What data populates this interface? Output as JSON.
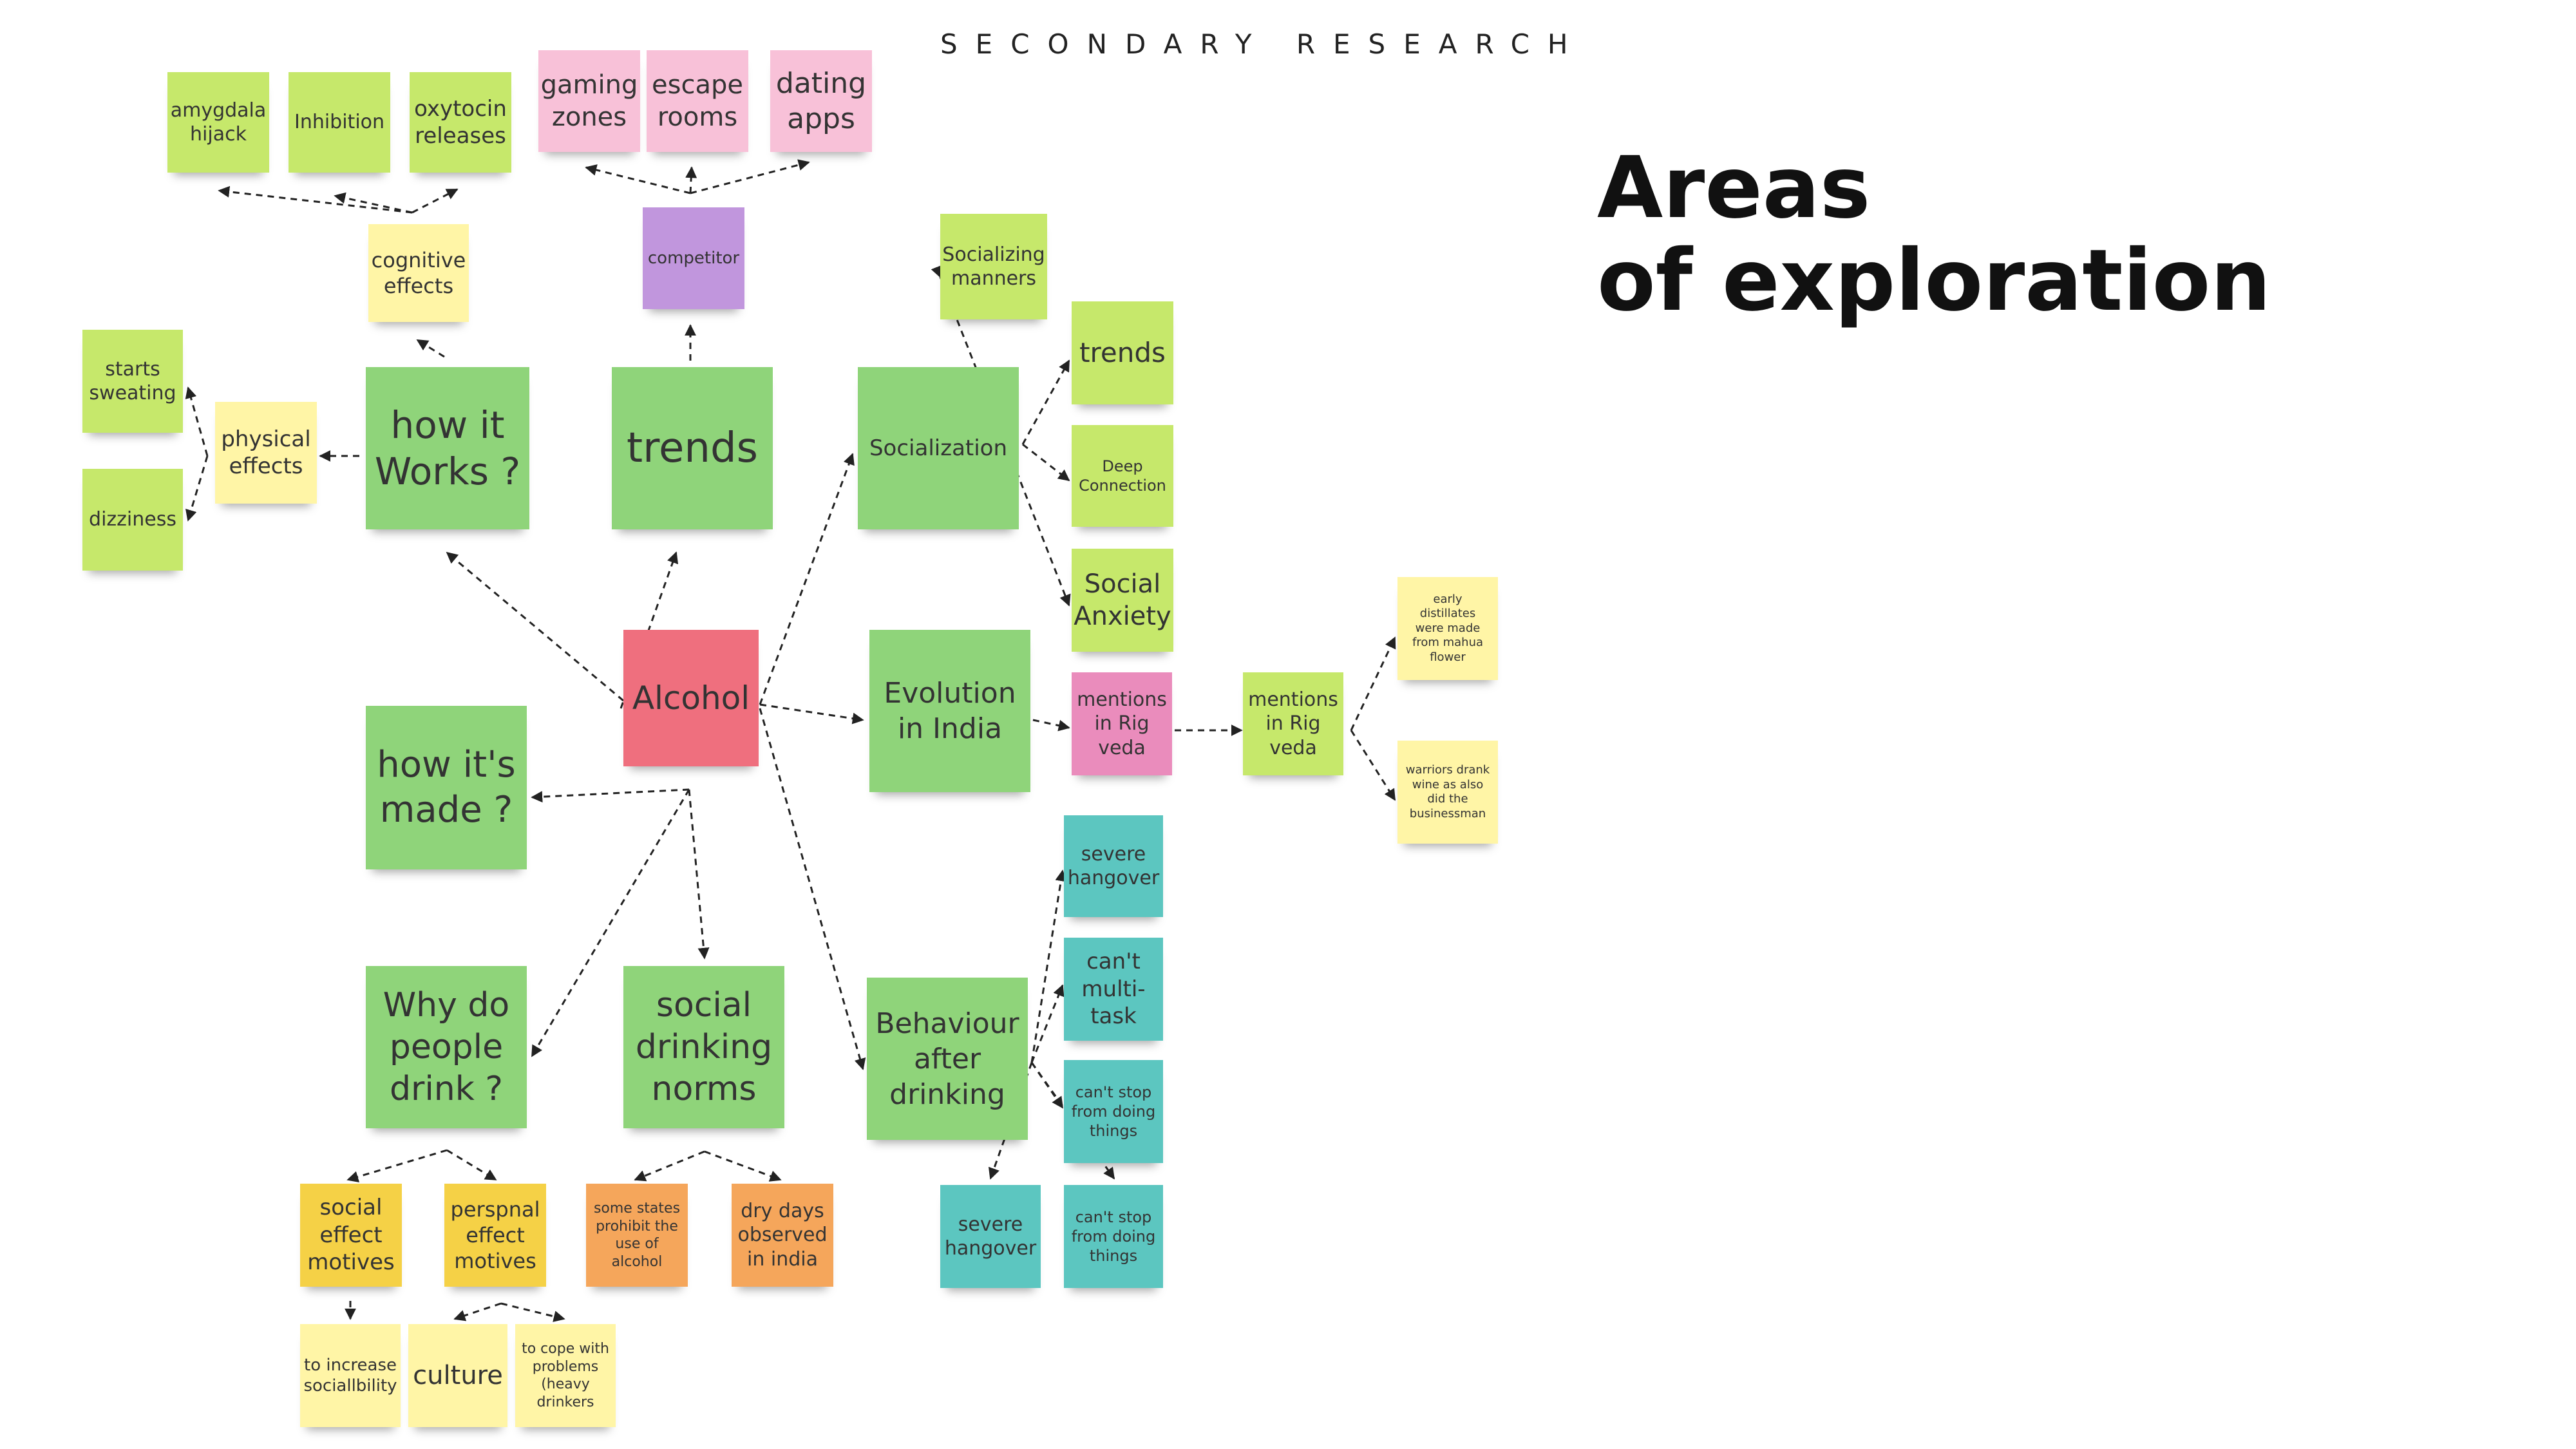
{
  "header": "SECONDARY RESEARCH",
  "title": {
    "line1": "Areas",
    "line2": "of exploration"
  },
  "colors": {
    "green": "#8fd47a",
    "lime": "#c6e86b",
    "light_yellow": "#fff5a6",
    "pink": "#f8c1d8",
    "purple": "#c196dd",
    "red": "#ef6f7e",
    "magenta": "#ea8cbc",
    "teal": "#5cc6c0",
    "yellow": "#f5d146",
    "orange": "#f5a65b",
    "line": "#222222"
  },
  "notes": [
    {
      "id": "amygdala",
      "text": "amygdala\nhijack",
      "color": "lime"
    },
    {
      "id": "inhibition",
      "text": "Inhibition",
      "color": "lime"
    },
    {
      "id": "oxytocin",
      "text": "oxytocin\nreleases",
      "color": "lime"
    },
    {
      "id": "gaming",
      "text": "gaming\nzones",
      "color": "pink"
    },
    {
      "id": "escape",
      "text": "escape\nrooms",
      "color": "pink"
    },
    {
      "id": "dating",
      "text": "dating\napps",
      "color": "pink"
    },
    {
      "id": "cognitive",
      "text": "cognitive\neffects",
      "color": "light_yellow"
    },
    {
      "id": "competitor",
      "text": "competitor",
      "color": "purple"
    },
    {
      "id": "socializing_manners",
      "text": "Socializing\nmanners",
      "color": "lime"
    },
    {
      "id": "sweating",
      "text": "starts\nsweating",
      "color": "lime"
    },
    {
      "id": "dizziness",
      "text": "dizziness",
      "color": "lime"
    },
    {
      "id": "physical",
      "text": "physical\neffects",
      "color": "light_yellow"
    },
    {
      "id": "how_works",
      "text": "how it\nWorks ?",
      "color": "green"
    },
    {
      "id": "trends_main",
      "text": "trends",
      "color": "green"
    },
    {
      "id": "socialization",
      "text": "Socialization",
      "color": "green"
    },
    {
      "id": "trends_small",
      "text": "trends",
      "color": "lime"
    },
    {
      "id": "deep",
      "text": "Deep\nConnection",
      "color": "lime"
    },
    {
      "id": "anxiety",
      "text": "Social\nAnxiety",
      "color": "lime"
    },
    {
      "id": "alcohol",
      "text": "Alcohol",
      "color": "red"
    },
    {
      "id": "evolution",
      "text": "Evolution\nin India",
      "color": "green"
    },
    {
      "id": "rigveda1",
      "text": "mentions\nin Rig\nveda",
      "color": "magenta"
    },
    {
      "id": "rigveda2",
      "text": "mentions\nin Rig\nveda",
      "color": "lime"
    },
    {
      "id": "distillates",
      "text": "early distillates\nwere made\nfrom mahua\nflower",
      "color": "light_yellow"
    },
    {
      "id": "warriors",
      "text": "warriors drank\nwine as also\ndid the\nbusinessman",
      "color": "light_yellow"
    },
    {
      "id": "how_made",
      "text": "how it's\nmade ?",
      "color": "green"
    },
    {
      "id": "hangover1",
      "text": "severe\nhangover",
      "color": "teal"
    },
    {
      "id": "multitask",
      "text": "can't\nmulti-\ntask",
      "color": "teal"
    },
    {
      "id": "cantstop1",
      "text": "can't stop\nfrom doing\nthings",
      "color": "teal"
    },
    {
      "id": "why_drink",
      "text": "Why do\npeople\ndrink ?",
      "color": "green"
    },
    {
      "id": "social_norms",
      "text": "social\ndrinking\nnorms",
      "color": "green"
    },
    {
      "id": "behaviour",
      "text": "Behaviour\nafter\ndrinking",
      "color": "green"
    },
    {
      "id": "social_effect",
      "text": "social\neffect\nmotives",
      "color": "yellow"
    },
    {
      "id": "personal_effect",
      "text": "perspnal\neffect\nmotives",
      "color": "yellow"
    },
    {
      "id": "prohibit",
      "text": "some states\nprohibit the\nuse of\nalcohol",
      "color": "orange"
    },
    {
      "id": "dry_days",
      "text": "dry days\nobserved\nin india",
      "color": "orange"
    },
    {
      "id": "hangover2",
      "text": "severe\nhangover",
      "color": "teal"
    },
    {
      "id": "cantstop2",
      "text": "can't stop\nfrom doing\nthings",
      "color": "teal"
    },
    {
      "id": "sociability",
      "text": "to increase\nsociallbility",
      "color": "light_yellow"
    },
    {
      "id": "culture",
      "text": "culture",
      "color": "light_yellow"
    },
    {
      "id": "cope",
      "text": "to cope with\nproblems\n(heavy\ndrinkers",
      "color": "light_yellow"
    }
  ]
}
